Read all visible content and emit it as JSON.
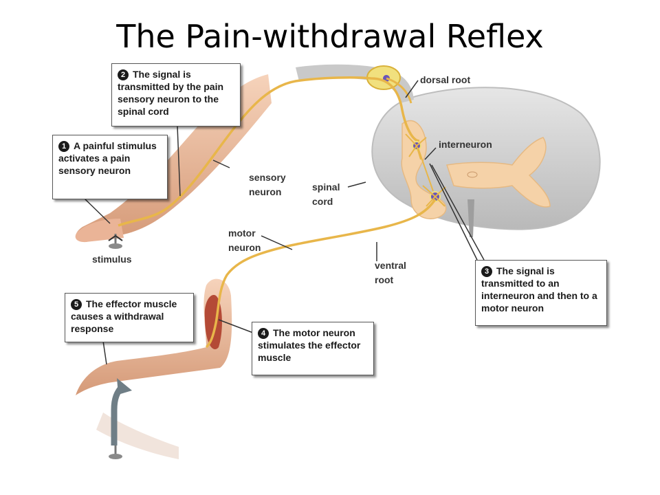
{
  "title": "The Pain-withdrawal Reflex",
  "steps": [
    {
      "num": "1",
      "text": "A painful stimulus activates a pain sensory neuron"
    },
    {
      "num": "2",
      "text": "The signal is transmitted by the pain sensory neuron to the spinal cord"
    },
    {
      "num": "3",
      "text": "The signal is transmitted to an interneuron and then to a motor neuron"
    },
    {
      "num": "4",
      "text": "The motor neuron stimulates the effector muscle"
    },
    {
      "num": "5",
      "text": "The effector muscle causes a withdrawal response"
    }
  ],
  "labels": {
    "dorsal_root": "dorsal root",
    "interneuron": "interneuron",
    "sensory_neuron": "sensory neuron",
    "spinal_cord": "spinal cord",
    "motor_neuron": "motor neuron",
    "ventral_root": "ventral root",
    "stimulus": "stimulus"
  },
  "colors": {
    "neuron": "#e8b64a",
    "skin": "#efbfa0",
    "cord_white": "#d4d4d4",
    "cord_gray": "#f5d2a8",
    "muscle": "#b44a36",
    "arrow": "#6f7e86"
  }
}
